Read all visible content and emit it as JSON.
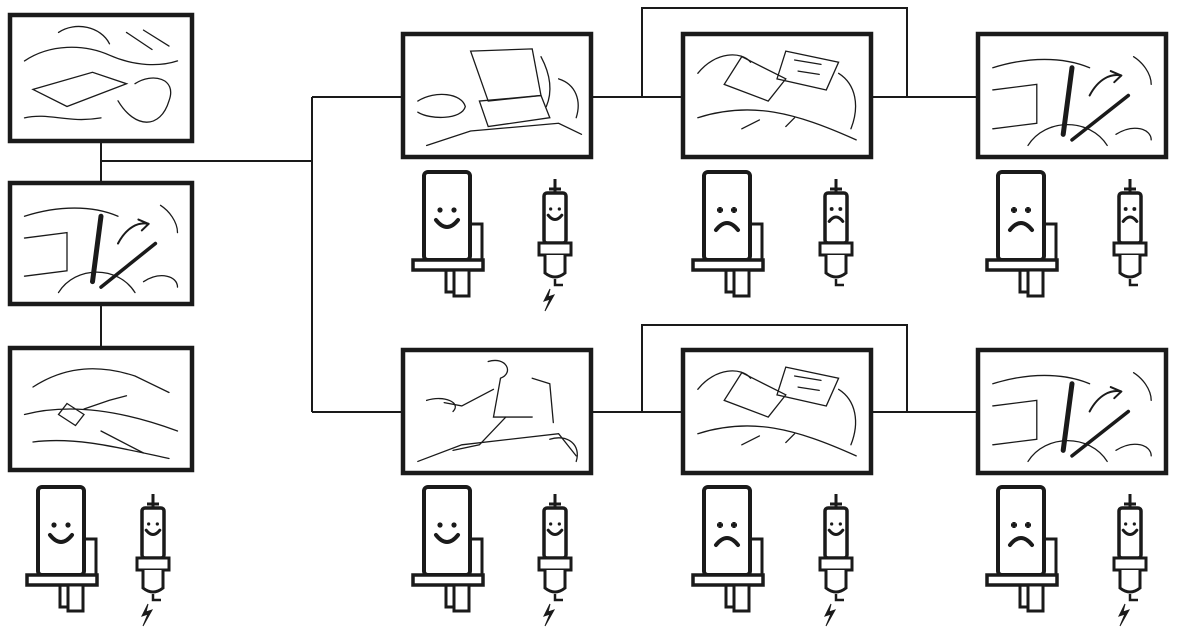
{
  "diagram": {
    "colors": {
      "ink": "#1a1a1a",
      "background": "#ffffff"
    },
    "panels": [
      {
        "id": "p1",
        "scene": "engine-deck-closeup-icon"
      },
      {
        "id": "p2",
        "scene": "lever-pull-up-icon"
      },
      {
        "id": "p3",
        "scene": "seat-switch-closeup-icon"
      },
      {
        "id": "p4",
        "scene": "empty-seat-icon"
      },
      {
        "id": "p5",
        "scene": "pto-engaged-icon"
      },
      {
        "id": "p6",
        "scene": "lever-push-down-icon"
      },
      {
        "id": "p7",
        "scene": "operator-seated-icon"
      },
      {
        "id": "p8",
        "scene": "pto-engaged-icon"
      },
      {
        "id": "p9",
        "scene": "lever-push-down-icon"
      }
    ],
    "status_pairs": [
      {
        "panel": "p3",
        "starter": "happy",
        "ignition": "happy",
        "spark": true
      },
      {
        "panel": "p4",
        "starter": "happy",
        "ignition": "happy",
        "spark": true
      },
      {
        "panel": "p5",
        "starter": "sad",
        "ignition": "sad",
        "spark": false
      },
      {
        "panel": "p6",
        "starter": "sad",
        "ignition": "sad",
        "spark": false
      },
      {
        "panel": "p7",
        "starter": "happy",
        "ignition": "happy",
        "spark": true
      },
      {
        "panel": "p8",
        "starter": "sad",
        "ignition": "happy",
        "spark": true
      },
      {
        "panel": "p9",
        "starter": "sad",
        "ignition": "happy",
        "spark": true
      }
    ]
  }
}
